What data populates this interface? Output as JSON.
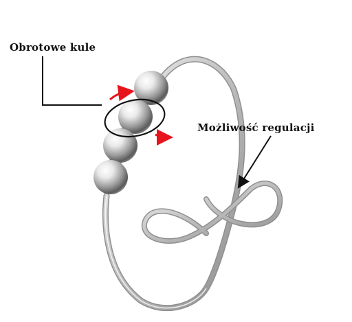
{
  "annotations": {
    "rotating_beads_label": "Obrotowe kule",
    "adjustable_label": "Możliwość regulacji"
  },
  "colors": {
    "background": "#ffffff",
    "text": "#111111",
    "leader_line": "#111111",
    "rotation_arrow": "#e8141c",
    "rotation_circle": "#111111",
    "silver_light": "#f4f4f4",
    "silver_mid": "#c9c9c9",
    "silver_dark": "#6e6e6e"
  },
  "image": {
    "subject": "silver-adjustable-ring",
    "bead_count": 4
  }
}
